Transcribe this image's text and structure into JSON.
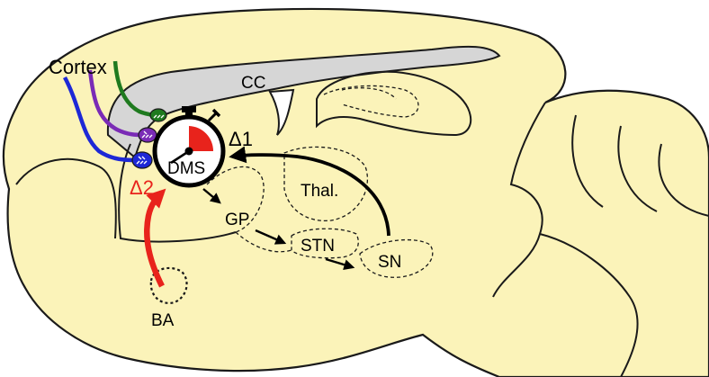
{
  "labels": {
    "cortex": "Cortex",
    "cc": "CC",
    "dms": "DMS",
    "delta1": "Δ1",
    "delta2": "Δ2",
    "gp": "GP",
    "thal": "Thal.",
    "stn": "STN",
    "sn": "SN",
    "ba": "BA"
  },
  "colors": {
    "brain_fill": "#fbf3b9",
    "corpus_callosum": "#d6d6d6",
    "outline": "#1a1a1a",
    "cortex_blue": "#1d28d6",
    "cortex_purple": "#7a2bb6",
    "cortex_green": "#1f7a1f",
    "ba_arrow_red": "#e8231c",
    "timer_red": "#e8231c"
  },
  "icons": {
    "dms_timer": "stopwatch-icon"
  }
}
